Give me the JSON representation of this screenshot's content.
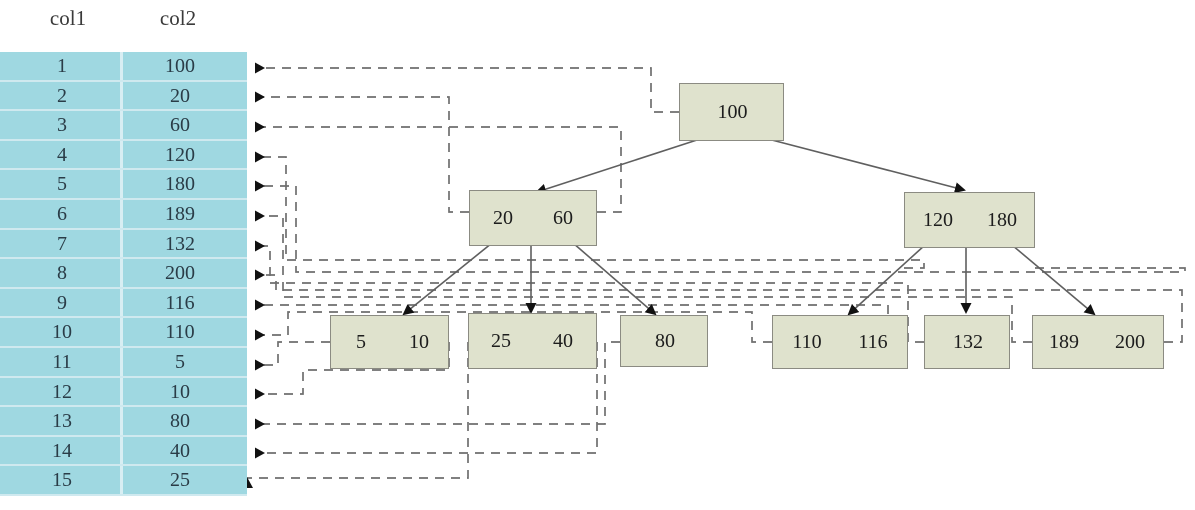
{
  "table": {
    "headers": [
      "col1",
      "col2"
    ],
    "rows": [
      {
        "col1": "1",
        "col2": "100"
      },
      {
        "col1": "2",
        "col2": "20"
      },
      {
        "col1": "3",
        "col2": "60"
      },
      {
        "col1": "4",
        "col2": "120"
      },
      {
        "col1": "5",
        "col2": "180"
      },
      {
        "col1": "6",
        "col2": "189"
      },
      {
        "col1": "7",
        "col2": "132"
      },
      {
        "col1": "8",
        "col2": "200"
      },
      {
        "col1": "9",
        "col2": "116"
      },
      {
        "col1": "10",
        "col2": "110"
      },
      {
        "col1": "11",
        "col2": "5"
      },
      {
        "col1": "12",
        "col2": "10"
      },
      {
        "col1": "13",
        "col2": "80"
      },
      {
        "col1": "14",
        "col2": "40"
      },
      {
        "col1": "15",
        "col2": "25"
      }
    ],
    "fill_color": "#9fd8e1",
    "divider_color": "#cfe9ef"
  },
  "tree": {
    "node_fill": "#dfe2cd",
    "node_border": "#8b8b82",
    "edge_color": "#5f5f5f",
    "pointer_color": "#6f6f6f",
    "nodes": [
      {
        "id": "root",
        "keys": [
          "100"
        ],
        "level": "root"
      },
      {
        "id": "int-l",
        "keys": [
          "20",
          "60"
        ],
        "level": "internal"
      },
      {
        "id": "int-r",
        "keys": [
          "120",
          "180"
        ],
        "level": "internal"
      },
      {
        "id": "leaf-1",
        "keys": [
          "5",
          "10"
        ],
        "level": "leaf"
      },
      {
        "id": "leaf-2",
        "keys": [
          "25",
          "40"
        ],
        "level": "leaf"
      },
      {
        "id": "leaf-3",
        "keys": [
          "80"
        ],
        "level": "leaf"
      },
      {
        "id": "leaf-4",
        "keys": [
          "110",
          "116"
        ],
        "level": "leaf"
      },
      {
        "id": "leaf-5",
        "keys": [
          "132"
        ],
        "level": "leaf"
      },
      {
        "id": "leaf-6",
        "keys": [
          "189",
          "200"
        ],
        "level": "leaf"
      }
    ]
  }
}
